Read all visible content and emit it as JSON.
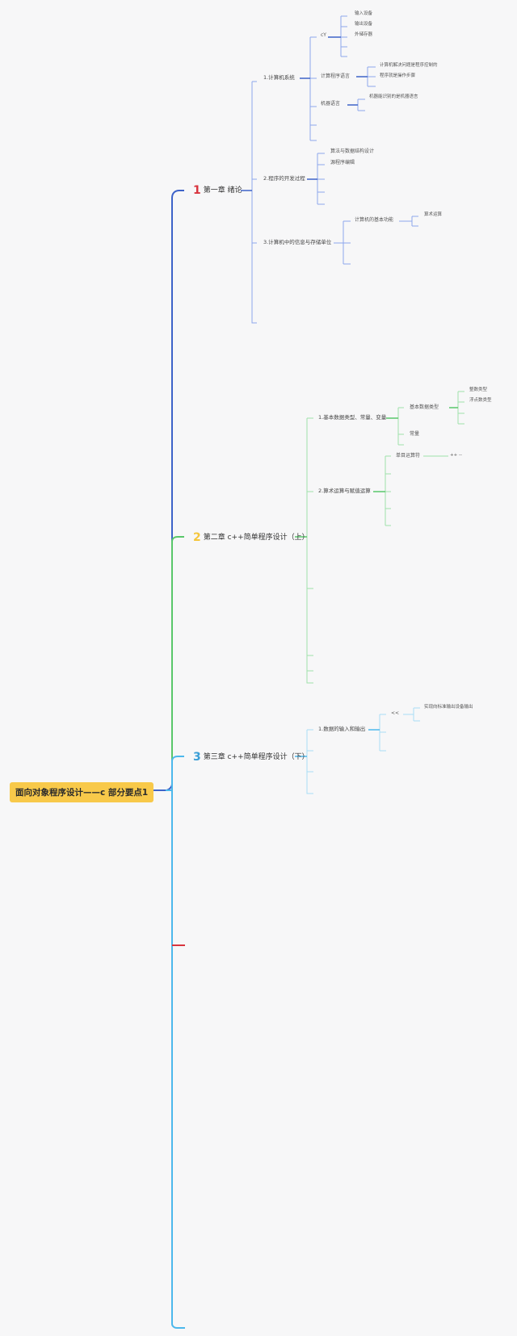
{
  "root": {
    "title": "面向对象程序设计——c 部分要点1"
  },
  "colors": {
    "ch1": "#3d63c9",
    "ch1_light": "#8ea7ec",
    "ch2": "#59c76a",
    "ch2_light": "#9fe2aa",
    "ch3": "#4cb8ec",
    "ch3_light": "#a9def6",
    "red": "#d8343e",
    "root_bg": "#f8c94a"
  },
  "chapters": [
    {
      "num": "1",
      "num_color": "#d8343e",
      "title": "第一章 绪论",
      "sections": [
        {
          "label": "1.计算机系统",
          "items": [
            {
              "label": "cY",
              "children": [
                "输入设备",
                "输出设备",
                "外储存器"
              ]
            },
            {
              "label": "计算程序语言",
              "children": [
                "计算机解决问题是程序控制的",
                "程序就是操作步骤"
              ]
            },
            {
              "label": "机器语言",
              "children": [
                "机器能识别的是机器语言"
              ]
            }
          ]
        },
        {
          "label": "2.程序的开发过程",
          "items": [
            {
              "label": "算法与数据结构设计"
            },
            {
              "label": "源程序编辑"
            }
          ]
        },
        {
          "label": "3.计算机中的信息与存储单位",
          "items": [
            {
              "label": "计算机的基本功能",
              "children": [
                "算术运算"
              ]
            }
          ]
        }
      ]
    },
    {
      "num": "2",
      "num_color": "#f5c63c",
      "title": "第二章 c++简单程序设计（上）",
      "sections": [
        {
          "label": "1.基本数据类型、常量、变量",
          "items": [
            {
              "label": "基本数据类型",
              "children": [
                "整数类型",
                "浮点数类型"
              ]
            },
            {
              "label": "常量"
            }
          ]
        },
        {
          "label": "2.算术运算与赋值运算",
          "items": [
            {
              "label": "单目运算符",
              "children": [
                "++ --"
              ]
            }
          ]
        }
      ]
    },
    {
      "num": "3",
      "num_color": "#3a9ed6",
      "title": "第三章 c++简单程序设计（下）",
      "sections": [
        {
          "label": "1.数据的输入和输出",
          "items": [
            {
              "label": "<<",
              "children": [
                "实现向标准输出设备输出"
              ]
            }
          ]
        }
      ]
    }
  ]
}
